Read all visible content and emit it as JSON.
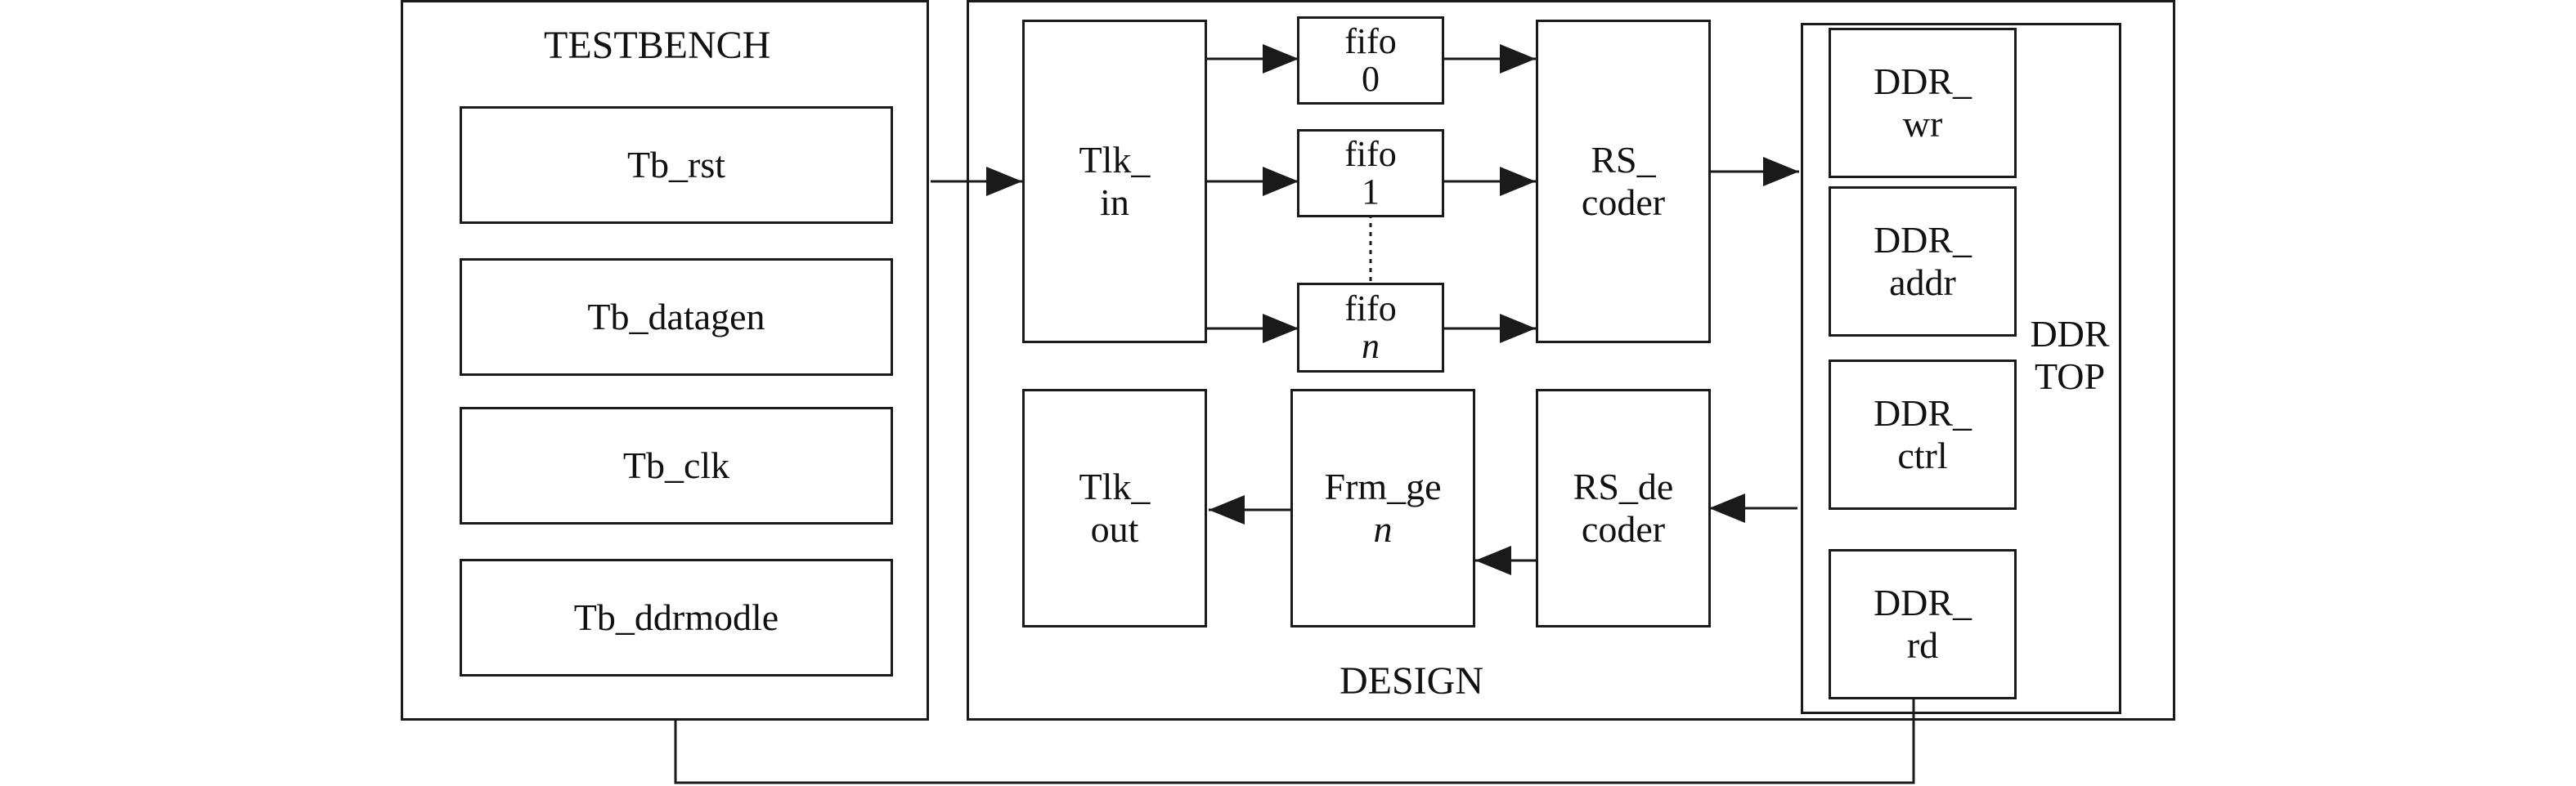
{
  "testbench": {
    "title": "TESTBENCH",
    "modules": [
      "Tb_rst",
      "Tb_datagen",
      "Tb_clk",
      "Tb_ddrmodle"
    ]
  },
  "design": {
    "title": "DESIGN",
    "tlk_in": [
      "Tlk_",
      "in"
    ],
    "fifo0": [
      "fifo",
      "0"
    ],
    "fifo1": [
      "fifo",
      "1"
    ],
    "fifon": [
      "fifo",
      "n"
    ],
    "rs_coder": [
      "RS_",
      "coder"
    ],
    "rs_decoder": [
      "RS_de",
      "coder"
    ],
    "frm_gen": [
      "Frm_ge",
      "n"
    ],
    "tlk_out": [
      "Tlk_",
      "out"
    ],
    "ddr_top": {
      "label": [
        "DDR",
        "TOP"
      ],
      "ddr_wr": [
        "DDR_",
        "wr"
      ],
      "ddr_addr": [
        "DDR_",
        "addr"
      ],
      "ddr_ctrl": [
        "DDR_",
        "ctrl"
      ],
      "ddr_rd": [
        "DDR_",
        "rd"
      ]
    }
  },
  "colors": {
    "line": "#1a1a1a",
    "text": "#111111",
    "background": "#ffffff"
  }
}
